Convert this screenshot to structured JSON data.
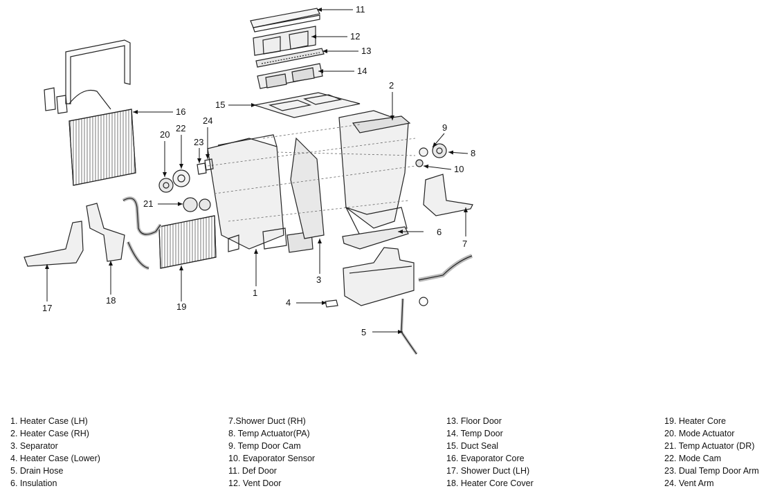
{
  "callouts": {
    "n1": "1",
    "n2": "2",
    "n3": "3",
    "n4": "4",
    "n5": "5",
    "n6": "6",
    "n7": "7",
    "n8": "8",
    "n9": "9",
    "n10": "10",
    "n11": "11",
    "n12": "12",
    "n13": "13",
    "n14": "14",
    "n15": "15",
    "n16": "16",
    "n17": "17",
    "n18": "18",
    "n19": "19",
    "n20": "20",
    "n21": "21",
    "n22": "22",
    "n23": "23",
    "n24": "24"
  },
  "legend": {
    "col1": [
      "1. Heater Case (LH)",
      "2. Heater Case (RH)",
      "3. Separator",
      "4. Heater Case (Lower)",
      "5. Drain Hose",
      "6. Insulation"
    ],
    "col2": [
      "7.Shower Duct (RH)",
      "8. Temp Actuator(PA)",
      "9. Temp Door Cam",
      "10. Evaporator Sensor",
      "11. Def Door",
      "12. Vent Door"
    ],
    "col3": [
      "13. Floor Door",
      "14. Temp Door",
      "15. Duct Seal",
      "16. Evaporator Core",
      "17. Shower Duct (LH)",
      "18. Heater Core Cover"
    ],
    "col4": [
      "19. Heater Core",
      "20. Mode Actuator",
      "21. Temp Actuator (DR)",
      "22. Mode Cam",
      "23. Dual Temp Door Arm",
      "24. Vent Arm"
    ]
  }
}
